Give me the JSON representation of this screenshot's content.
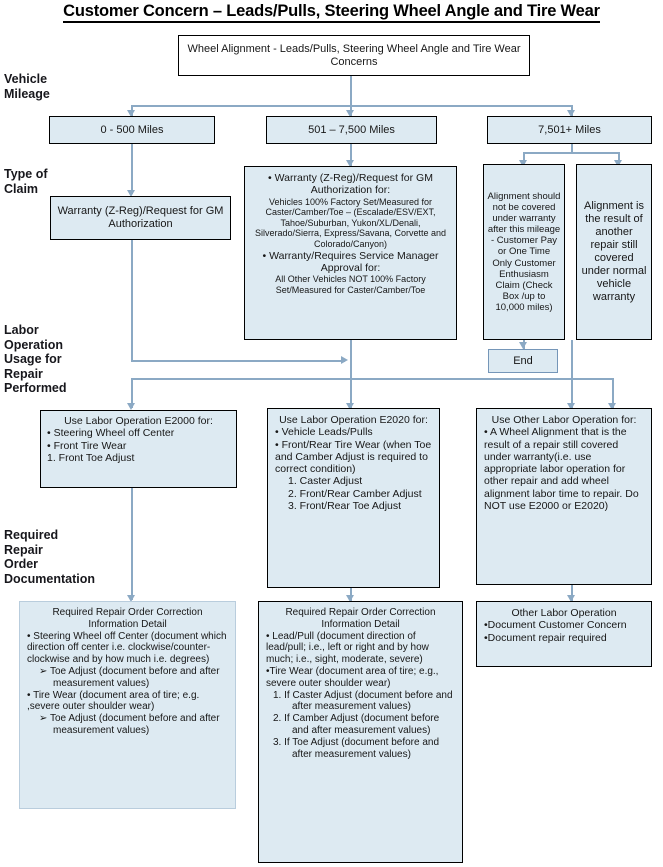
{
  "title": "Customer Concern – Leads/Pulls, Steering Wheel Angle and Tire Wear",
  "row_labels": {
    "mileage": "Vehicle\nMileage",
    "claim": "Type of\nClaim",
    "labor": "Labor\nOperation\nUsage for\nRepair\nPerformed",
    "documentation": "Required\nRepair\nOrder\nDocumentation"
  },
  "start_box": "Wheel Alignment - Leads/Pulls, Steering Wheel Angle and Tire Wear Concerns",
  "mileage_boxes": [
    "0 - 500 Miles",
    "501 – 7,500 Miles",
    "7,501+ Miles"
  ],
  "claim_boxes": {
    "low": "Warranty (Z-Reg)/Request for GM  Authorization",
    "mid": {
      "b1": "• Warranty (Z-Reg)/Request for GM Authorization for:",
      "b1_detail": "Vehicles 100% Factory Set/Measured for Caster/Camber/Toe – (Escalade/ESV/EXT, Tahoe/Suburban, Yukon/XL/Denali, Silverado/Sierra, Express/Savana,  Corvette and Colorado/Canyon)",
      "b2": "• Warranty/Requires Service Manager Approval for:",
      "b2_detail": "All Other Vehicles NOT 100% Factory Set/Measured for Caster/Camber/Toe"
    },
    "high_a": "Alignment should not be covered under warranty after this mileage - Customer Pay or  One Time Only Customer Enthusiasm Claim (Check Box /up to 10,000 miles)",
    "high_b": "Alignment is the result of another repair still covered under normal vehicle warranty",
    "end": "End"
  },
  "labor_boxes": {
    "e2000": {
      "header": "Use Labor Operation E2000 for:",
      "items": [
        "• Steering Wheel off Center",
        "• Front Tire Wear",
        "1.    Front Toe Adjust"
      ]
    },
    "e2020": {
      "header": "Use Labor Operation E2020 for:",
      "items": [
        "• Vehicle Leads/Pulls",
        "• Front/Rear Tire Wear (when Toe and Camber Adjust is required to correct condition)",
        "1.    Caster Adjust",
        "2.    Front/Rear Camber Adjust",
        "3.    Front/Rear Toe Adjust"
      ]
    },
    "other": {
      "header": "Use Other Labor Operation for:",
      "items": [
        "• A Wheel Alignment that is the result of a repair still covered under warranty(i.e. use appropriate labor operation for other repair and add wheel alignment labor time to repair. Do NOT use E2000 or E2020)"
      ]
    }
  },
  "doc_boxes": {
    "left": {
      "header": "Required Repair Order Correction Information Detail",
      "items": [
        "•  Steering Wheel off Center (document which direction off center i.e. clockwise/counter-clockwise and by how much i.e. degrees)",
        "➢    Toe Adjust (document before and after measurement values)",
        "• Tire Wear (document area of tire; e.g. ,severe outer shoulder wear)",
        "➢    Toe Adjust (document before and after measurement values)"
      ]
    },
    "mid": {
      "header": "Required Repair Order Correction Information Detail",
      "items": [
        "• Lead/Pull (document direction of lead/pull; i.e., left or right and by how much; i.e., sight, moderate, severe)",
        "•Tire Wear (document area of tire; e.g., severe outer shoulder wear)",
        "1.     If Caster Adjust (document before and after measurement values)",
        "2.     If Camber Adjust (document before and after measurement values)",
        "3.     If Toe Adjust (document before and after measurement values)"
      ]
    },
    "right": {
      "header": "Other Labor Operation",
      "items": [
        "•Document Customer Concern",
        "•Document repair required"
      ]
    }
  },
  "colors": {
    "box_fill": "#ddeaf2",
    "box_border": "#000000",
    "connector": "#8ba9c4",
    "soft_border": "#b9cddd"
  }
}
